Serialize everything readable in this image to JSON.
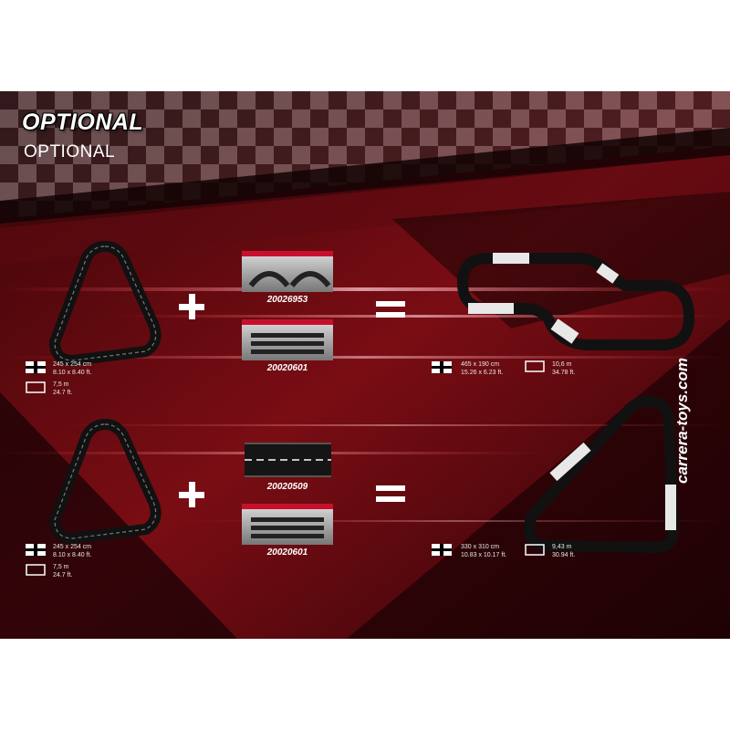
{
  "header": {
    "title_outline": "OPTIONAL",
    "title_plain": "OPTIONAL"
  },
  "colors": {
    "background_dark": "#0a0204",
    "accent_red": "#c8102e",
    "text": "#ffffff",
    "track": "#1a1a1a"
  },
  "rows": [
    {
      "base_layout": {
        "dimensions": [
          "245 x 254 cm",
          "8.10 x 8.40 ft."
        ],
        "length": [
          "7,5 m",
          "24.7 ft."
        ]
      },
      "addons": [
        {
          "code": "20026953",
          "icon": "curve-set-box"
        },
        {
          "code": "20020601",
          "icon": "straight-set-box"
        }
      ],
      "result_layout": {
        "dimensions": [
          "465 x 190 cm",
          "15.26 x 6.23 ft."
        ],
        "length": [
          "10,6 m",
          "34.78 ft."
        ]
      }
    },
    {
      "base_layout": {
        "dimensions": [
          "245 x 254 cm",
          "8.10 x 8.40 ft."
        ],
        "length": [
          "7,5 m",
          "24.7 ft."
        ]
      },
      "addons": [
        {
          "code": "20020509",
          "icon": "straight-track-piece"
        },
        {
          "code": "20020601",
          "icon": "straight-set-box"
        }
      ],
      "result_layout": {
        "dimensions": [
          "330 x 310 cm",
          "10.83 x 10.17 ft."
        ],
        "length": [
          "9,43 m",
          "30.94 ft."
        ]
      }
    }
  ],
  "footer": {
    "website": "carrera-toys.com"
  }
}
